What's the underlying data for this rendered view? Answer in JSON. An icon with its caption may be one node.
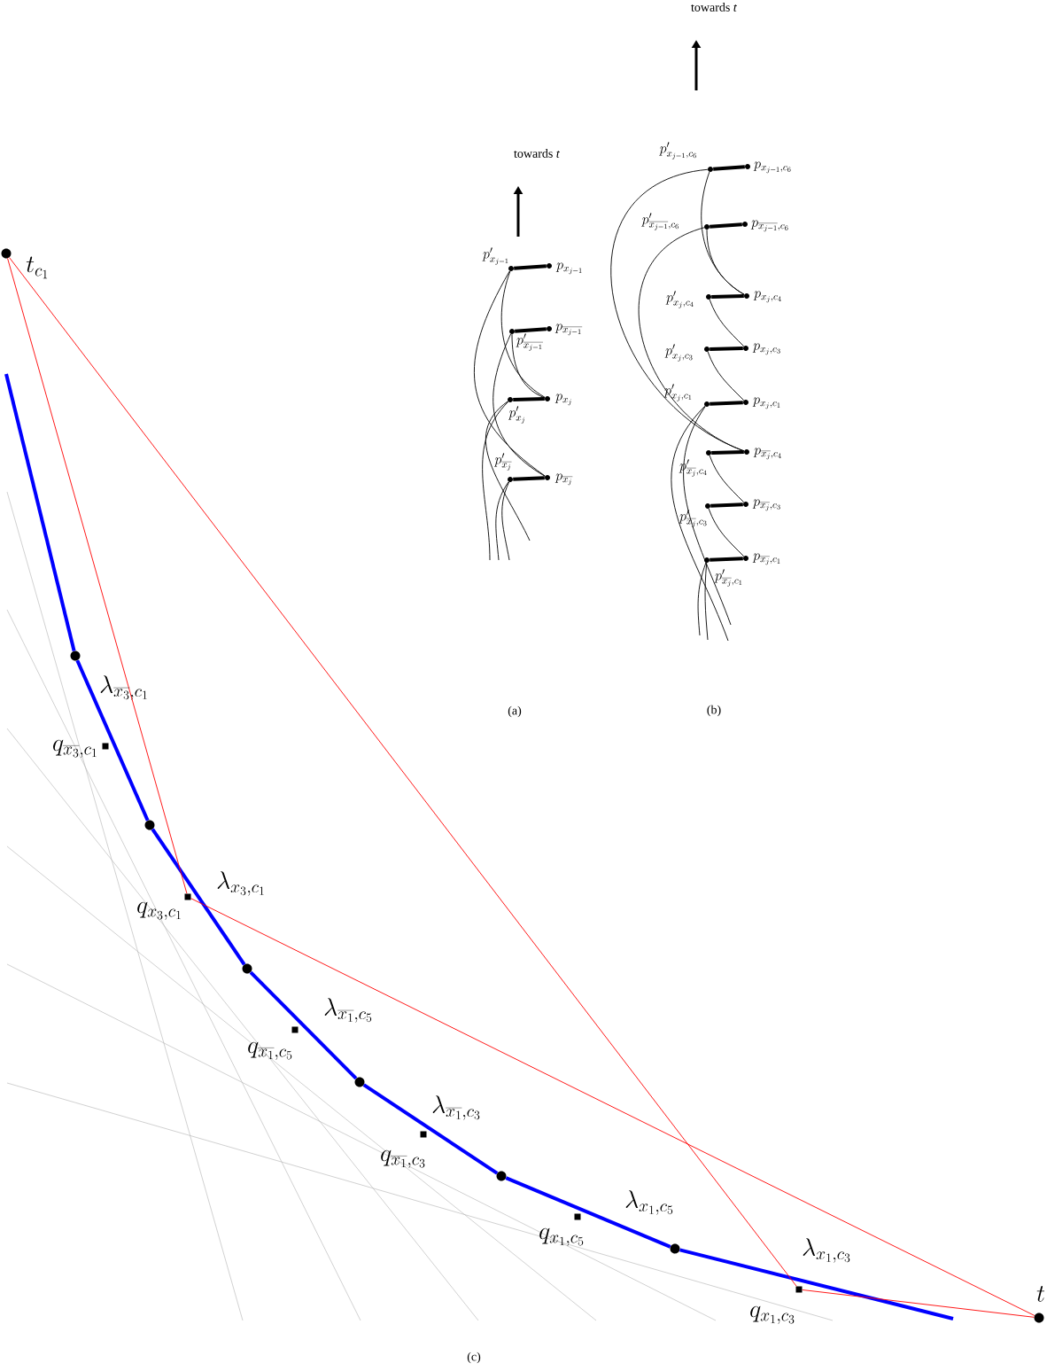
{
  "diagram": {
    "nodes": [
      {
        "text": [
          "p'_{x_{j-1}}"
        ]
      },
      {
        "text": [
          "p_{x_{j-1}}"
        ]
      },
      {
        "text": [
          "p'_{\\overline{x_{j-1}}}"
        ]
      },
      {
        "text": [
          "p_{\\overline{x_{j-1}}}"
        ]
      },
      {
        "text": [
          "p'_{x_j}"
        ]
      },
      {
        "text": [
          "p_{x_j}"
        ]
      },
      {
        "text": [
          "p'_{\\overline{x_j}}"
        ]
      },
      {
        "text": [
          "p_{\\overline{x_j}}"
        ]
      },
      {
        "text": [
          "p'_{x_{j-1},c_6}"
        ]
      },
      {
        "text": [
          "p_{x_{j-1},c_6}"
        ]
      },
      {
        "text": [
          "p'_{\\overline{x_{j-1}},c_6}"
        ]
      },
      {
        "text": [
          "p_{\\overline{x_{j-1}},c_6}"
        ]
      },
      {
        "text": [
          "p'_{x_j,c_4}"
        ]
      },
      {
        "text": [
          "p_{x_j,c_4}"
        ]
      },
      {
        "text": [
          "p'_{x_j,c_3}"
        ]
      },
      {
        "text": [
          "p_{x_j,c_3}"
        ]
      },
      {
        "text": [
          "p'_{x_j,c_1}"
        ]
      },
      {
        "text": [
          "p_{x_j,c_1}"
        ]
      },
      {
        "text": [
          "p'_{\\overline{x_j},c_4}"
        ]
      },
      {
        "text": [
          "p_{\\overline{x_j},c_4}"
        ]
      },
      {
        "text": [
          "p'_{\\overline{x_j},c_3}"
        ]
      },
      {
        "text": [
          "p_{\\overline{x_j},c_3}"
        ]
      },
      {
        "text": [
          "p'_{\\overline{x_j},c_1}"
        ]
      },
      {
        "text": [
          "p_{\\overline{x_j},c_1}"
        ]
      },
      {
        "text": [
          "t_{c_1}"
        ]
      },
      {
        "text": [
          "t"
        ]
      },
      {
        "text": [],
        "shape": "circle"
      },
      {
        "text": [],
        "shape": "circle"
      },
      {
        "text": [],
        "shape": "circle"
      },
      {
        "text": [],
        "shape": "circle"
      },
      {
        "text": [],
        "shape": "circle"
      },
      {
        "text": [],
        "shape": "circle"
      },
      {
        "text": [
          "q_{\\overline{x_3},c_1}"
        ]
      },
      {
        "text": [
          "q_{x_3,c_1}"
        ]
      },
      {
        "text": [
          "q_{\\overline{x_1},c_5}"
        ]
      },
      {
        "text": [
          "q_{\\overline{x_1},c_3}"
        ]
      },
      {
        "text": [
          "q_{x_1,c_5}"
        ]
      },
      {
        "text": [
          "q_{x_1,c_3}"
        ]
      }
    ],
    "edges": [
      {
        "from": 0,
        "to": 1,
        "arrow": "none",
        "style": "thick"
      },
      {
        "from": 2,
        "to": 3,
        "arrow": "none",
        "style": "thick"
      },
      {
        "from": 4,
        "to": 5,
        "arrow": "none",
        "style": "thick"
      },
      {
        "from": 6,
        "to": 7,
        "arrow": "none",
        "style": "thick"
      },
      {
        "from": 8,
        "to": 9,
        "arrow": "none",
        "style": "thick"
      },
      {
        "from": 10,
        "to": 11,
        "arrow": "none",
        "style": "thick"
      },
      {
        "from": 12,
        "to": 13,
        "arrow": "none",
        "style": "thick"
      },
      {
        "from": 14,
        "to": 15,
        "arrow": "none",
        "style": "thick"
      },
      {
        "from": 16,
        "to": 17,
        "arrow": "none",
        "style": "thick"
      },
      {
        "from": 18,
        "to": 19,
        "arrow": "none",
        "style": "thick"
      },
      {
        "from": 20,
        "to": 21,
        "arrow": "none",
        "style": "thick"
      },
      {
        "from": 22,
        "to": 23,
        "arrow": "none",
        "style": "thick"
      },
      {
        "from": 0,
        "to": 5,
        "arrow": "none"
      },
      {
        "from": 0,
        "to": 7,
        "arrow": "none"
      },
      {
        "from": 2,
        "to": 5,
        "arrow": "none"
      },
      {
        "from": 2,
        "to": 7,
        "arrow": "none"
      },
      {
        "from": 4,
        "to": null,
        "arrow": "none"
      },
      {
        "from": 4,
        "to": null,
        "arrow": "none"
      },
      {
        "from": 6,
        "to": null,
        "arrow": "none"
      },
      {
        "from": 6,
        "to": null,
        "arrow": "none"
      },
      {
        "from": 8,
        "to": 13,
        "arrow": "none"
      },
      {
        "from": 8,
        "to": 19,
        "arrow": "none"
      },
      {
        "from": 10,
        "to": 13,
        "arrow": "none"
      },
      {
        "from": 10,
        "to": 19,
        "arrow": "none"
      },
      {
        "from": 12,
        "to": 15,
        "arrow": "none"
      },
      {
        "from": 14,
        "to": 17,
        "arrow": "none"
      },
      {
        "from": 16,
        "to": null,
        "arrow": "none"
      },
      {
        "from": 16,
        "to": null,
        "arrow": "none"
      },
      {
        "from": 18,
        "to": 21,
        "arrow": "none"
      },
      {
        "from": 20,
        "to": 23,
        "arrow": "none"
      },
      {
        "from": 22,
        "to": null,
        "arrow": "none"
      },
      {
        "from": 22,
        "to": null,
        "arrow": "none"
      },
      {
        "from": null,
        "to": 26,
        "arrow": "none",
        "style": "thick",
        "color": "#0000ff"
      },
      {
        "from": 26,
        "to": 27,
        "arrow": "none",
        "style": "thick",
        "color": "#0000ff"
      },
      {
        "from": 27,
        "to": 28,
        "arrow": "none",
        "style": "thick",
        "color": "#0000ff"
      },
      {
        "from": 28,
        "to": 29,
        "arrow": "none",
        "style": "thick",
        "color": "#0000ff"
      },
      {
        "from": 29,
        "to": 30,
        "arrow": "none",
        "style": "thick",
        "color": "#0000ff"
      },
      {
        "from": 30,
        "to": 31,
        "arrow": "none",
        "style": "thick",
        "color": "#0000ff"
      },
      {
        "from": 31,
        "to": null,
        "arrow": "none",
        "style": "thick",
        "color": "#0000ff"
      },
      {
        "from": 24,
        "to": 33,
        "arrow": "none",
        "color": "#ff0000"
      },
      {
        "from": 33,
        "to": 25,
        "arrow": "none",
        "color": "#ff0000"
      },
      {
        "from": 24,
        "to": 37,
        "arrow": "none",
        "color": "#ff0000"
      },
      {
        "from": 37,
        "to": 25,
        "arrow": "none",
        "color": "#ff0000"
      }
    ],
    "labels": [
      "towards *t*",
      "towards *t*",
      "\\lambda_{\\overline{x_3},c_1}",
      "(a)",
      "(b)",
      "\\lambda_{x_3,c_1}",
      "\\lambda_{\\overline{x_1},c_5}",
      "\\lambda_{\\overline{x_1},c_3}",
      "\\lambda_{x_1,c_5}",
      "\\lambda_{x_1,c_3}",
      "(c)"
    ]
  }
}
